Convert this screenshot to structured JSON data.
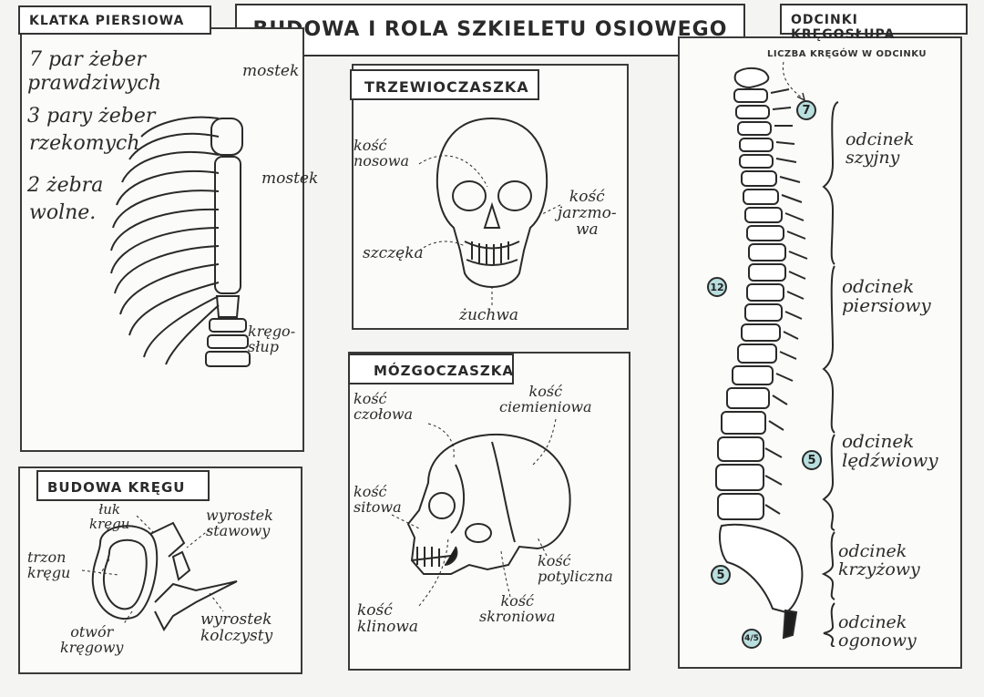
{
  "title": "BUDOWA I ROLA SZKIELETU OSIOWEGO",
  "klatka": {
    "header": "KLATKA PIERSIOWA",
    "lines": [
      "7 par żeber",
      "prawdziwych",
      "3 pary żeber",
      "rzekomych",
      "2 żebra",
      "wolne."
    ],
    "label_mostek_top": "mostek",
    "label_mostek_mid": "mostek",
    "label_kregoslup": "kręgo-\nsłup"
  },
  "trzewioczaszka": {
    "header": "TRZEWIOCZASZKA",
    "kosc_nosowa": "kość\nnosowa",
    "kosc_jarzmowa": "kość\njarzmo-\nwa",
    "szczeka": "szczęka",
    "zuchwa": "żuchwa"
  },
  "mozgoczaszka": {
    "header": "MÓZGOCZASZKA",
    "kosc_czolowa": "kość\nczołowa",
    "kosc_ciemieniowa": "kość\nciemieniowa",
    "kosc_sitowa": "kość\nsitowa",
    "kosc_potyliczna": "kość\npotyliczna",
    "kosc_klinowa": "kość\nklinowa",
    "kosc_skroniowa": "kość\nskroniowa"
  },
  "budowa_kregu": {
    "header": "BUDOWA KRĘGU",
    "luk": "łuk\nkręgu",
    "wyrostek_stawowy": "wyrostek\nstawowy",
    "trzon": "trzon\nkręgu",
    "otwor": "otwór\nkręgowy",
    "wyrostek_kolczysty": "wyrostek\nkolczysty"
  },
  "odcinki": {
    "header": "ODCINKI KRĘGOSŁUPA",
    "subheader": "LICZBA KRĘGÓW W ODCINKU",
    "szyjny": "odcinek\nszyjny",
    "piersiowy": "odcinek\npiersiowy",
    "ledzwiowy": "odcinek\nlędźwiowy",
    "krzyzowy": "odcinek\nkrzyżowy",
    "ogonowy": "odcinek\nogonowy",
    "n_szyjny": "7",
    "n_piersiowy": "12",
    "n_ledzwiowy": "5",
    "n_krzyzowy": "5",
    "n_ogonowy": "4/5"
  }
}
